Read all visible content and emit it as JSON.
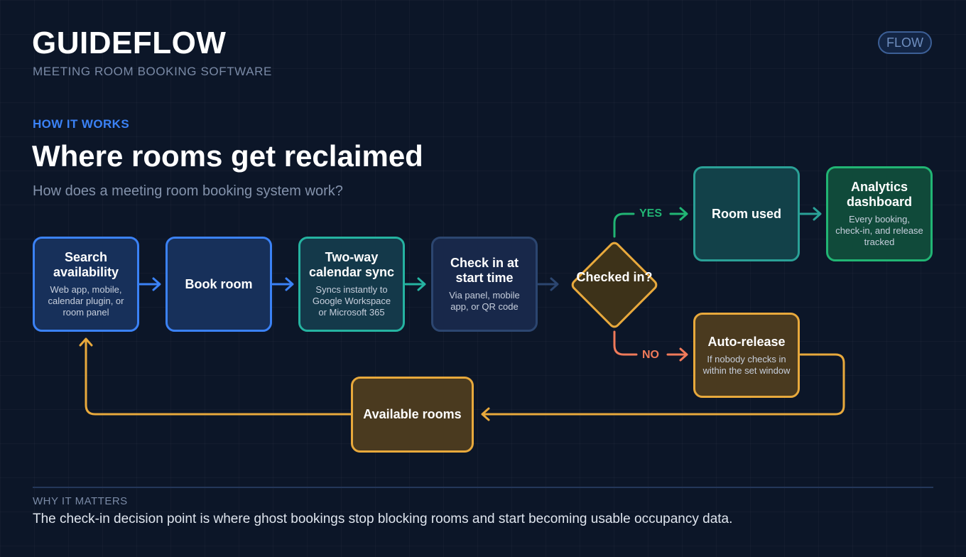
{
  "header": {
    "brand": "GUIDEFLOW",
    "product": "MEETING ROOM BOOKING SOFTWARE",
    "badge": "FLOW"
  },
  "intro": {
    "eyebrow": "HOW IT WORKS",
    "headline": "Where rooms get reclaimed",
    "question": "How does a meeting room booking system work?"
  },
  "flow": {
    "search": {
      "title": "Search availability",
      "desc": "Web app, mobile, calendar plugin, or room panel"
    },
    "book": {
      "title": "Book room"
    },
    "sync": {
      "title": "Two-way calendar sync",
      "desc": "Syncs instantly to Google Workspace or Microsoft 365"
    },
    "checkin": {
      "title": "Check in at start time",
      "desc": "Via panel, mobile app, or QR code"
    },
    "decision": {
      "title": "Checked in?"
    },
    "yes_label": "YES",
    "no_label": "NO",
    "room_used": {
      "title": "Room used"
    },
    "analytics": {
      "title": "Analytics dashboard",
      "desc": "Every booking, check-in, and release tracked"
    },
    "auto_release": {
      "title": "Auto-release",
      "desc": "If nobody checks in within the set window"
    },
    "available": {
      "title": "Available rooms"
    }
  },
  "footer": {
    "eyebrow": "WHY IT MATTERS",
    "takeaway": "The check-in decision point is where ghost bookings stop blocking rooms and start becoming usable occupancy data."
  },
  "colors": {
    "background": "#0c1628",
    "blue": "#3b82f6",
    "teal": "#25b3a1",
    "green": "#21b574",
    "amber": "#e8a93c",
    "no_red": "#f07a5a"
  }
}
